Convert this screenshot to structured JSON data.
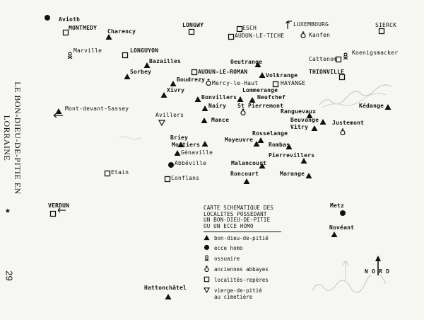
{
  "side_title": "LE BON-DIEU-DE-PITIE EN LORRAINE",
  "page_number": "29",
  "star_glyph": "★",
  "places": [
    {
      "name": "Avioth",
      "type": "ecce-homo",
      "bold": true
    },
    {
      "name": "MONTMEDY",
      "type": "reference",
      "bold": true
    },
    {
      "name": "Charency",
      "type": "bon-dieu",
      "bold": true
    },
    {
      "name": "Marville",
      "type": "ossuaire",
      "bold": false
    },
    {
      "name": "LONGUYON",
      "type": "reference",
      "bold": true
    },
    {
      "name": "Bazailles",
      "type": "bon-dieu",
      "bold": true
    },
    {
      "name": "Sorbey",
      "type": "bon-dieu",
      "bold": true
    },
    {
      "name": "Boudrezy",
      "type": "bon-dieu",
      "bold": true
    },
    {
      "name": "Xivry",
      "type": "bon-dieu",
      "bold": true
    },
    {
      "name": "Mont-devant-Sassey",
      "type": "bon-dieu",
      "bold": false
    },
    {
      "name": "Avillers",
      "type": "vierge",
      "bold": false
    },
    {
      "name": "LONGWY",
      "type": "reference",
      "bold": true
    },
    {
      "name": "ESCH",
      "type": "reference",
      "bold": false
    },
    {
      "name": "AUDUN-LE-TICHE",
      "type": "reference",
      "bold": false
    },
    {
      "name": "LUXEMBOURG",
      "type": "none",
      "bold": false
    },
    {
      "name": "Kanfen",
      "type": "abbaye",
      "bold": false
    },
    {
      "name": "SIERCK",
      "type": "reference",
      "bold": false
    },
    {
      "name": "Cattenom",
      "type": "reference",
      "bold": false
    },
    {
      "name": "Koenigsmacker",
      "type": "ossuaire",
      "bold": false
    },
    {
      "name": "Oeutrange",
      "type": "bon-dieu",
      "bold": true
    },
    {
      "name": "AUDUN-LE-ROMAN",
      "type": "reference",
      "bold": true
    },
    {
      "name": "Volkrange",
      "type": "bon-dieu",
      "bold": true
    },
    {
      "name": "HAYANGE",
      "type": "reference",
      "bold": false
    },
    {
      "name": "THIONVILLE",
      "type": "reference",
      "bold": true
    },
    {
      "name": "Mercy-le-Haut",
      "type": "abbaye",
      "bold": false
    },
    {
      "name": "Lommerange",
      "type": "bon-dieu",
      "bold": true
    },
    {
      "name": "Bonvillers",
      "type": "bon-dieu",
      "bold": true
    },
    {
      "name": "Neufchef",
      "type": "bon-dieu",
      "bold": true
    },
    {
      "name": "Nairy",
      "type": "bon-dieu",
      "bold": true
    },
    {
      "name": "St Pierremont",
      "type": "abbaye",
      "bold": true
    },
    {
      "name": "Ranguevaux",
      "type": "bon-dieu",
      "bold": true
    },
    {
      "name": "Kédange",
      "type": "bon-dieu",
      "bold": true
    },
    {
      "name": "Mance",
      "type": "bon-dieu",
      "bold": true
    },
    {
      "name": "Beuvange",
      "type": "bon-dieu",
      "bold": true
    },
    {
      "name": "Vitry",
      "type": "bon-dieu",
      "bold": true
    },
    {
      "name": "Justemont",
      "type": "abbaye",
      "bold": true
    },
    {
      "name": "Rosselange",
      "type": "bon-dieu",
      "bold": true
    },
    {
      "name": "Briey",
      "type": "bon-dieu",
      "bold": true
    },
    {
      "name": "Moutiers",
      "type": "bon-dieu",
      "bold": true
    },
    {
      "name": "Moyeuvre",
      "type": "bon-dieu",
      "bold": true
    },
    {
      "name": "Rombas",
      "type": "bon-dieu",
      "bold": true
    },
    {
      "name": "Génaville",
      "type": "bon-dieu",
      "bold": false
    },
    {
      "name": "Pierrevillers",
      "type": "bon-dieu",
      "bold": true
    },
    {
      "name": "Abbéville",
      "type": "ecce-homo",
      "bold": false
    },
    {
      "name": "Malancourt",
      "type": "bon-dieu",
      "bold": true
    },
    {
      "name": "Etain",
      "type": "reference",
      "bold": false
    },
    {
      "name": "Conflans",
      "type": "reference",
      "bold": false
    },
    {
      "name": "Roncourt",
      "type": "bon-dieu",
      "bold": true
    },
    {
      "name": "Marange",
      "type": "bon-dieu",
      "bold": true
    },
    {
      "name": "VERDUN",
      "type": "reference",
      "bold": true
    },
    {
      "name": "Metz",
      "type": "ecce-homo",
      "bold": true
    },
    {
      "name": "Novéant",
      "type": "bon-dieu",
      "bold": true
    },
    {
      "name": "Hattonchâtel",
      "type": "bon-dieu",
      "bold": true
    }
  ],
  "legend": {
    "title_lines": [
      "CARTE SCHEMATIQUE DES",
      "LOCALITES POSSEDANT",
      "UN BON-DIEU-DE-PITIE",
      "OU UN ECCE HOMO"
    ],
    "items": [
      {
        "symbol": "bon-dieu",
        "label": "bon-dieu-de-pitié"
      },
      {
        "symbol": "ecce-homo",
        "label": "ecce homo"
      },
      {
        "symbol": "ossuaire",
        "label": "ossuaire"
      },
      {
        "symbol": "abbaye",
        "label": "anciennes abbayes"
      },
      {
        "symbol": "reference",
        "label": "localités-repères"
      },
      {
        "symbol": "vierge",
        "label": "vierge-de-pitié"
      },
      {
        "symbol": "none",
        "label": "au cimetière"
      }
    ]
  },
  "north_label": "N O R D",
  "colors": {
    "ink": "#111111",
    "paper": "#f6f6f3",
    "pencil": "#b9b9b9"
  }
}
